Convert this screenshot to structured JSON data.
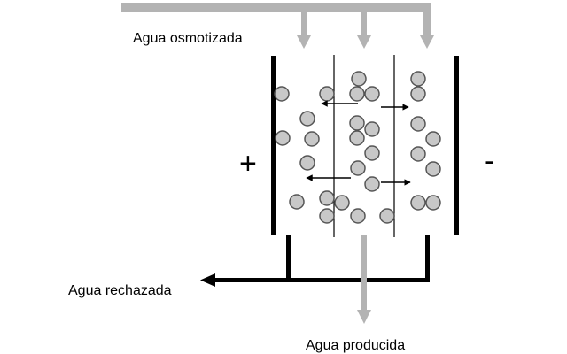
{
  "labels": {
    "inlet": "Agua osmotizada",
    "reject": "Agua rechazada",
    "product": "Agua producida"
  },
  "signs": {
    "anode": "+",
    "cathode": "-"
  },
  "colors": {
    "feed_pipe": "#b3b3b3",
    "reject_pipe": "#000000",
    "electrode": "#000000",
    "membrane": "#000000",
    "particle_fill": "#c8c8c8",
    "particle_stroke": "#555555",
    "migration_arrow": "#000000"
  }
}
